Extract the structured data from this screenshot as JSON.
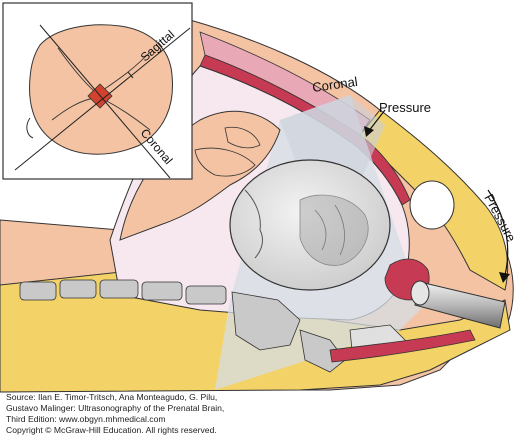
{
  "labels": {
    "sagittal": "Sagittal",
    "coronal_inset": "Coronal",
    "coronal_main": "Coronal",
    "pressure_top": "Pressure",
    "pressure_right": "Pressure"
  },
  "caption": [
    "Source: Ilan E. Timor-Tritsch, Ana Monteagudo, G. Pilu,",
    "Gustavo Malinger: Ultrasonography of the Prenatal Brain,",
    "Third Edition: www.obgyn.mhmedical.com",
    "Copyright © McGraw-Hill Education. All rights reserved."
  ],
  "colors": {
    "skin": "#f4c3a3",
    "uterus_wall": "#c73a54",
    "pink_tissue": "#e9a8b5",
    "fat_yellow": "#f3d368",
    "amniotic": "#f6e8ee",
    "bone": "#c9c9c9",
    "ultrasound_beam": "#d6dde6",
    "fontanelle": "#d1432f"
  },
  "icons": [
    "transvaginal-probe-icon",
    "pressure-arrow-icon"
  ]
}
